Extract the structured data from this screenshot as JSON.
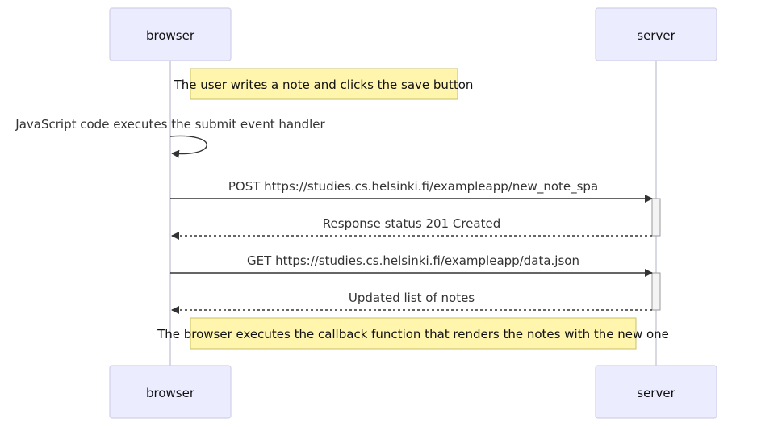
{
  "diagram": {
    "type": "sequence",
    "actors": [
      {
        "id": "browser",
        "label": "browser"
      },
      {
        "id": "server",
        "label": "server"
      }
    ],
    "notes": [
      {
        "over": "browser",
        "text": "The user writes a note and clicks the save button"
      },
      {
        "over": "browser",
        "text": "The browser executes the callback function that renders the notes with the new one"
      }
    ],
    "messages": [
      {
        "from": "browser",
        "to": "browser",
        "text": "JavaScript code executes the submit event handler",
        "style": "solid"
      },
      {
        "from": "browser",
        "to": "server",
        "text": "POST https://studies.cs.helsinki.fi/exampleapp/new_note_spa",
        "style": "solid"
      },
      {
        "from": "server",
        "to": "browser",
        "text": "Response status 201 Created",
        "style": "dashed"
      },
      {
        "from": "browser",
        "to": "server",
        "text": "GET https://studies.cs.helsinki.fi/exampleapp/data.json",
        "style": "solid"
      },
      {
        "from": "server",
        "to": "browser",
        "text": "Updated list of notes",
        "style": "dashed"
      }
    ]
  }
}
